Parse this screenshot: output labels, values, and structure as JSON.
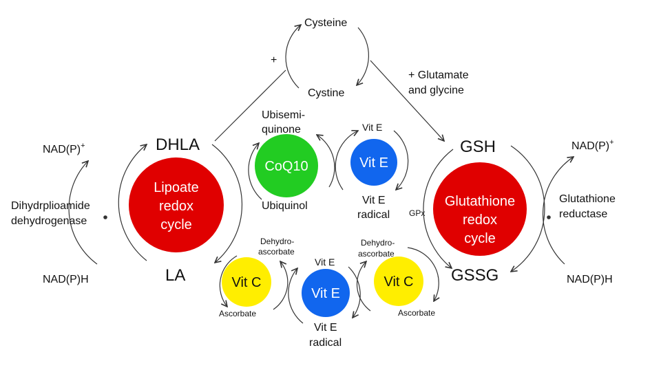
{
  "top_cycle": {
    "cysteine": "Cysteine",
    "cystine": "Cystine",
    "plus": "+",
    "glutamate_line1": "+ Glutamate",
    "glutamate_line2": "and glycine"
  },
  "lipoate": {
    "dhla": "DHLA",
    "la": "LA",
    "line1": "Lipoate",
    "line2": "redox",
    "line3": "cycle",
    "color": "#e00000"
  },
  "glutathione": {
    "gsh": "GSH",
    "gssg": "GSSG",
    "line1": "Glutathione",
    "line2": "redox",
    "line3": "cycle",
    "gpx": "GPx",
    "color": "#e00000"
  },
  "left_enzyme": {
    "nadp_plus": "NAD(P)",
    "sup": "+",
    "nadph": "NAD(P)H",
    "enzyme_line1": "Dihydrplioamide",
    "enzyme_line2": "dehydrogenase"
  },
  "right_enzyme": {
    "nadp_plus": "NAD(P)",
    "sup": "+",
    "nadph": "NAD(P)H",
    "enzyme_line1": "Glutathione",
    "enzyme_line2": "reductase"
  },
  "coq10": {
    "label": "CoQ10",
    "ubisemi_line1": "Ubisemi-",
    "ubisemi_line2": "quinone",
    "ubiquinol": "Ubiquinol",
    "color": "#22cc22"
  },
  "vit_e_top": {
    "label": "Vit E",
    "vit_e": "Vit E",
    "radical_line1": "Vit E",
    "radical_line2": "radical",
    "color": "#1166ee"
  },
  "vit_c_left": {
    "label": "Vit C",
    "dehydro_line1": "Dehydro-",
    "dehydro_line2": "ascorbate",
    "ascorbate": "Ascorbate",
    "color": "#ffee00"
  },
  "vit_e_bottom": {
    "label": "Vit E",
    "vit_e": "Vit E",
    "radical_line1": "Vit E",
    "radical_line2": "radical",
    "color": "#1166ee"
  },
  "vit_c_right": {
    "label": "Vit C",
    "dehydro_line1": "Dehydro-",
    "dehydro_line2": "ascorbate",
    "ascorbate": "Ascorbate",
    "color": "#ffee00"
  }
}
